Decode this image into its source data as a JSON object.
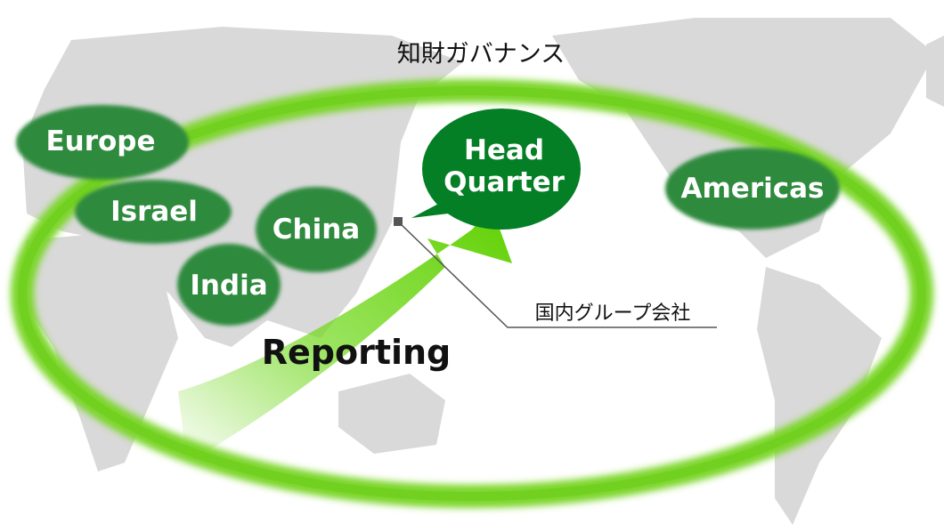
{
  "title": "知財ガバナンス",
  "regions": {
    "europe": "Europe",
    "israel": "Israel",
    "india": "India",
    "china": "China",
    "americas": "Americas"
  },
  "headquarter": {
    "line1": "Head",
    "line2": "Quarter"
  },
  "arrow_label": "Reporting",
  "callout_label": "国内グループ会社",
  "colors": {
    "ring": "#6fd01e",
    "region": "#2f8a3e",
    "hq": "#047f25",
    "arrow": "#5fd000",
    "map": "#d9d9d9"
  }
}
